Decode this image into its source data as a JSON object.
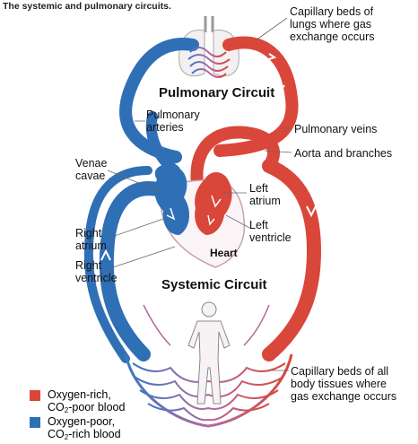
{
  "caption": "The systemic and pulmonary circuits.",
  "circuits": {
    "pulmonary": "Pulmonary Circuit",
    "systemic": "Systemic Circuit"
  },
  "heart_label": "Heart",
  "labels": {
    "capillary_lungs": [
      "Capillary beds of",
      "lungs where gas",
      "exchange occurs"
    ],
    "pulmonary_arteries": [
      "Pulmonary",
      "arteries"
    ],
    "pulmonary_veins": "Pulmonary veins",
    "aorta": "Aorta and branches",
    "venae_cavae": [
      "Venae",
      "cavae"
    ],
    "left_atrium": [
      "Left",
      "atrium"
    ],
    "left_ventricle": [
      "Left",
      "ventricle"
    ],
    "right_atrium": [
      "Right",
      "atrium"
    ],
    "right_ventricle": [
      "Right",
      "ventricle"
    ],
    "capillary_body": [
      "Capillary beds of all",
      "body tissues where",
      "gas exchange occurs"
    ]
  },
  "legend": {
    "oxygen_rich": {
      "line1": "Oxygen-rich,",
      "line2_pre": "CO",
      "line2_sub": "2",
      "line2_post": "-poor blood",
      "color": "#d9473a"
    },
    "oxygen_poor": {
      "line1": "Oxygen-poor,",
      "line2_pre": "CO",
      "line2_sub": "2",
      "line2_post": "-rich blood",
      "color": "#2f6fb5"
    }
  },
  "colors": {
    "oxygen_rich": "#d9473a",
    "oxygen_poor": "#2f6fb5",
    "capillary_mix": "#b06a9a"
  }
}
